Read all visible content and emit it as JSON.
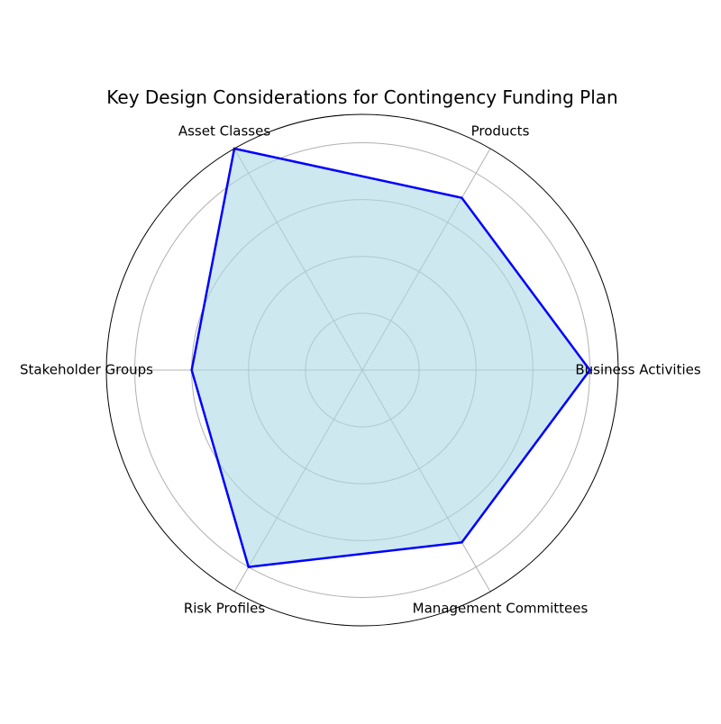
{
  "chart_data": {
    "type": "radar",
    "title": "Key Design Considerations for Contingency Funding Plan",
    "categories": [
      "Business Activities",
      "Products",
      "Asset Classes",
      "Stakeholder Groups",
      "Risk Profiles",
      "Management Committees"
    ],
    "series": [
      {
        "values": [
          4,
          3.5,
          4.5,
          3,
          4,
          3.5
        ]
      }
    ],
    "rlim": [
      0,
      4.5
    ],
    "grid": true,
    "colors": {
      "line": "#0000ff",
      "fill": "#add8e6",
      "grid": "#b0b0b0",
      "frame": "#000000"
    }
  }
}
